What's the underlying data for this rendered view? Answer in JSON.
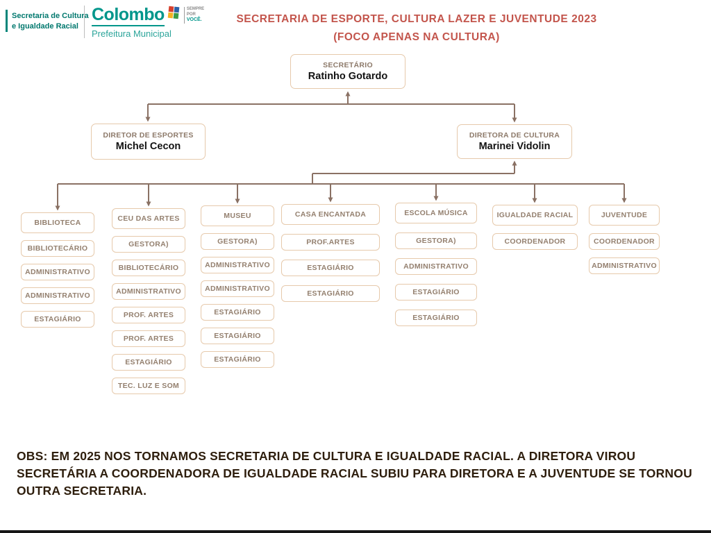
{
  "header": {
    "org_left": {
      "line1": "Secretaria de Cultura",
      "line2": "e Igualdade Racial"
    },
    "logo": {
      "name": "Colombo",
      "subtitle": "Prefeitura Municipal",
      "tagline": [
        "SEMPRE",
        "POR",
        "VOCÊ."
      ]
    },
    "title_line1": "SECRETARIA DE ESPORTE, CULTURA LAZER E JUVENTUDE 2023",
    "title_line2": "(FOCO APENAS NA CULTURA)"
  },
  "chart": {
    "root": {
      "title": "SECRETÁRIO",
      "name": "Ratinho Gotardo"
    },
    "directors": [
      {
        "title": "DIRETOR DE ESPORTES",
        "name": "Michel Cecon"
      },
      {
        "title": "DIRETORA DE CULTURA",
        "name": "Marinei Vidolin"
      }
    ],
    "columns": [
      {
        "header": "BIBLIOTECA",
        "items": [
          "BIBLIOTECÁRIO",
          "ADMINISTRATIVO",
          "ADMINISTRATIVO",
          "ESTAGIÁRIO"
        ]
      },
      {
        "header": "CEU DAS ARTES",
        "items": [
          "GESTORA)",
          "BIBLIOTECÁRIO",
          "ADMINISTRATIVO",
          "PROF. ARTES",
          "PROF. ARTES",
          "ESTAGIÁRIO",
          "TEC. LUZ E SOM"
        ]
      },
      {
        "header": "MUSEU",
        "items": [
          "GESTORA)",
          "ADMINISTRATIVO",
          "ADMINISTRATIVO",
          "ESTAGIÁRIO",
          "ESTAGIÁRIO",
          "ESTAGIÁRIO"
        ]
      },
      {
        "header": "CASA ENCANTADA",
        "items": [
          "PROF.ARTES",
          "ESTAGIÁRIO",
          "ESTAGIÁRIO"
        ]
      },
      {
        "header": "ESCOLA MÚSICA",
        "items": [
          "GESTORA)",
          "ADMINISTRATIVO",
          "ESTAGIÁRIO",
          "ESTAGIÁRIO"
        ]
      },
      {
        "header": "IGUALDADE RACIAL",
        "items": [
          "COORDENADOR"
        ]
      },
      {
        "header": "JUVENTUDE",
        "items": [
          "COORDENADOR",
          "ADMINISTRATIVO"
        ]
      }
    ]
  },
  "footer": {
    "obs": "OBS: EM 2025 NOS TORNAMOS SECRETARIA DE CULTURA E IGUALDADE RACIAL. A DIRETORA VIROU SECRETÁRIA A COORDENADORA DE IGUALDADE RACIAL SUBIU PARA DIRETORA E A JUVENTUDE SE TORNOU OUTRA SECRETARIA."
  },
  "colors": {
    "brand_teal": "#00968b",
    "title_red": "#c3554c",
    "wire_brown": "#8a7164",
    "box_border": "#e6c9ab",
    "label_muted": "#94806f"
  }
}
